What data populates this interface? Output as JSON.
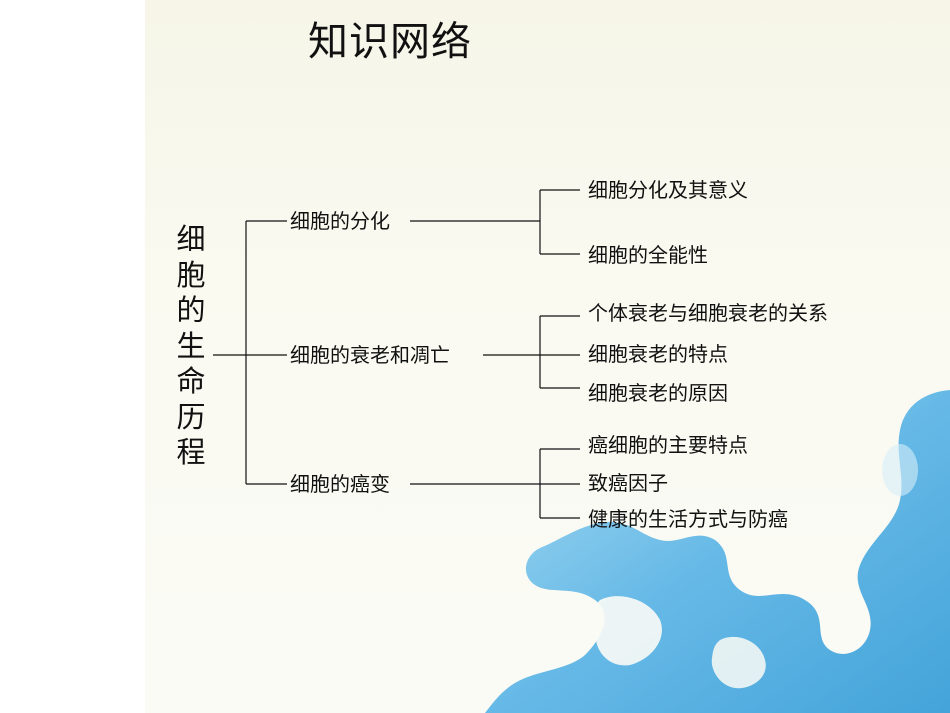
{
  "title": "知识网络",
  "root": [
    "细",
    "胞",
    "的",
    "生",
    "命",
    "历",
    "程"
  ],
  "branches": [
    {
      "label": "细胞的分化",
      "children": [
        "细胞分化及其意义",
        "细胞的全能性"
      ]
    },
    {
      "label": "细胞的衰老和凋亡",
      "children": [
        "个体衰老与细胞衰老的关系",
        "细胞衰老的特点",
        "细胞衰老的原因"
      ]
    },
    {
      "label": "细胞的癌变",
      "children": [
        "癌细胞的主要特点",
        "致癌因子",
        "健康的生活方式与防癌"
      ]
    }
  ],
  "colors": {
    "line": "#111111",
    "splash": "#5fb6e6",
    "splash_light": "#a9dcf3"
  }
}
